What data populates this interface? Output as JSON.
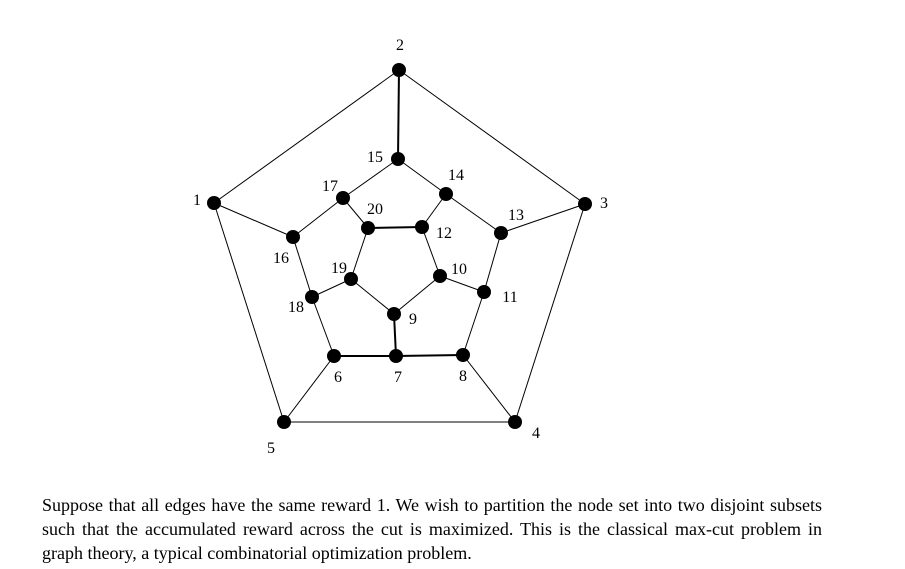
{
  "graph": {
    "nodes": [
      {
        "id": "1",
        "label": "1"
      },
      {
        "id": "2",
        "label": "2"
      },
      {
        "id": "3",
        "label": "3"
      },
      {
        "id": "4",
        "label": "4"
      },
      {
        "id": "5",
        "label": "5"
      },
      {
        "id": "6",
        "label": "6"
      },
      {
        "id": "7",
        "label": "7"
      },
      {
        "id": "8",
        "label": "8"
      },
      {
        "id": "9",
        "label": "9"
      },
      {
        "id": "10",
        "label": "10"
      },
      {
        "id": "11",
        "label": "11"
      },
      {
        "id": "12",
        "label": "12"
      },
      {
        "id": "13",
        "label": "13"
      },
      {
        "id": "14",
        "label": "14"
      },
      {
        "id": "15",
        "label": "15"
      },
      {
        "id": "16",
        "label": "16"
      },
      {
        "id": "17",
        "label": "17"
      },
      {
        "id": "18",
        "label": "18"
      },
      {
        "id": "19",
        "label": "19"
      },
      {
        "id": "20",
        "label": "20"
      }
    ],
    "edges": [
      [
        "1",
        "2"
      ],
      [
        "2",
        "3"
      ],
      [
        "3",
        "4"
      ],
      [
        "4",
        "5"
      ],
      [
        "5",
        "1"
      ],
      [
        "2",
        "15"
      ],
      [
        "1",
        "16"
      ],
      [
        "3",
        "13"
      ],
      [
        "4",
        "8"
      ],
      [
        "5",
        "6"
      ],
      [
        "15",
        "14"
      ],
      [
        "14",
        "13"
      ],
      [
        "13",
        "11"
      ],
      [
        "11",
        "8"
      ],
      [
        "8",
        "7"
      ],
      [
        "7",
        "6"
      ],
      [
        "6",
        "18"
      ],
      [
        "18",
        "16"
      ],
      [
        "16",
        "17"
      ],
      [
        "17",
        "15"
      ],
      [
        "14",
        "12"
      ],
      [
        "11",
        "10"
      ],
      [
        "7",
        "9"
      ],
      [
        "18",
        "19"
      ],
      [
        "17",
        "20"
      ],
      [
        "20",
        "12"
      ],
      [
        "12",
        "10"
      ],
      [
        "10",
        "9"
      ],
      [
        "9",
        "19"
      ],
      [
        "19",
        "20"
      ]
    ],
    "node_color": "#000000",
    "edge_color": "#000000"
  },
  "caption": {
    "text": "Suppose that all edges have the same reward 1.  We wish to partition the node set into two disjoint subsets such that the accumulated reward across the cut is maximized.  This is the classical max-cut problem in graph theory, a typical combinatorial optimization problem."
  }
}
